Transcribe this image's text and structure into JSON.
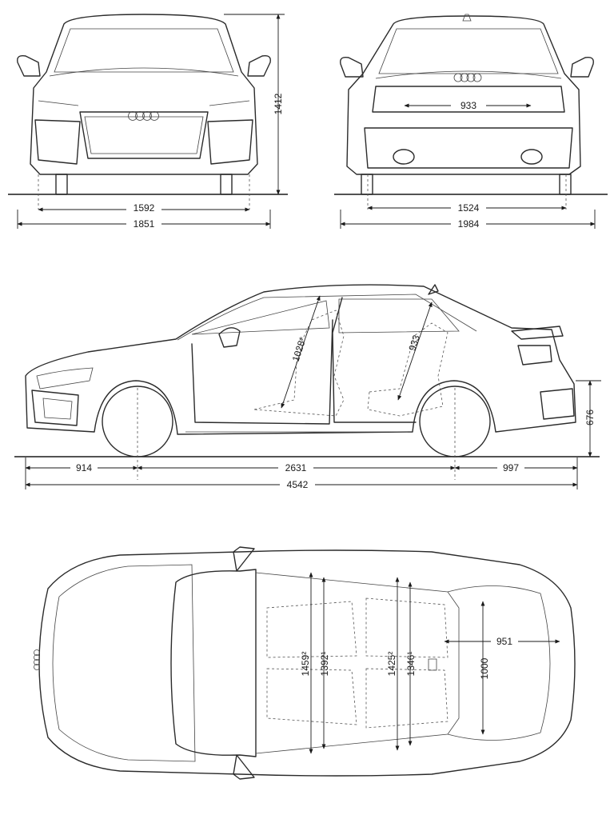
{
  "front_view": {
    "height": "1412",
    "track": "1592",
    "width": "1851"
  },
  "rear_view": {
    "boot_opening": "933",
    "track": "1524",
    "width_mirrors": "1984"
  },
  "side_view": {
    "front_headroom": "1028*",
    "rear_headroom": "933",
    "rear_overhang_height": "676",
    "front_overhang": "914",
    "wheelbase": "2631",
    "rear_overhang": "997",
    "length": "4542"
  },
  "top_view": {
    "front_shoulder": "1459²",
    "front_elbow": "1392¹",
    "rear_shoulder": "1425²",
    "rear_elbow": "1346¹",
    "boot_length": "951",
    "boot_width": "1000"
  }
}
